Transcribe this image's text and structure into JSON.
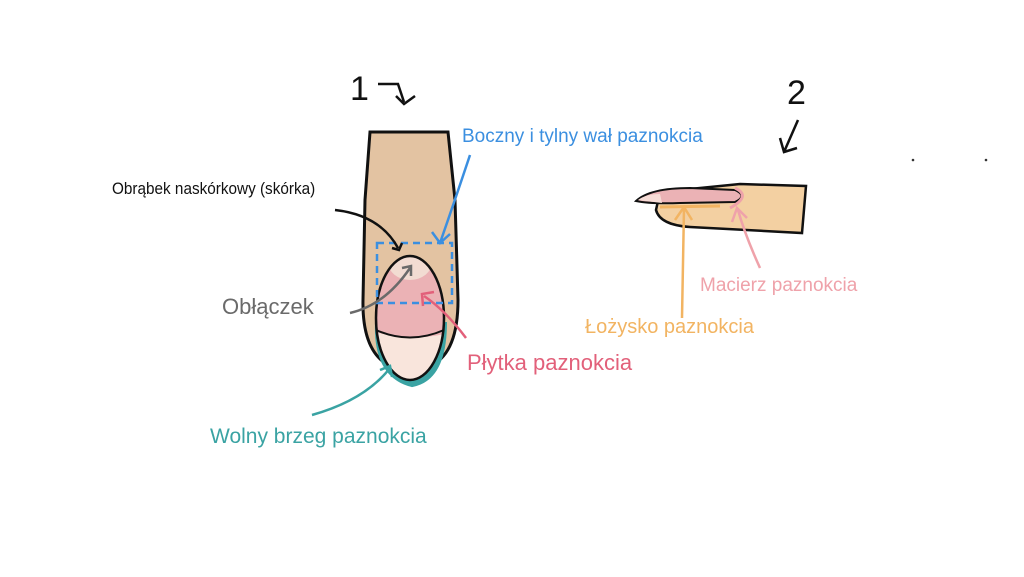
{
  "figure1": {
    "number": "1",
    "labels": {
      "side_back_fold": "Boczny i tylny wał paznokcia",
      "cuticle": "Obrąbek naskórkowy (skórka)",
      "lunula": "Obłączek",
      "nail_plate": "Płytka paznokcia",
      "free_edge": "Wolny brzeg paznokcia"
    }
  },
  "figure2": {
    "number": "2",
    "labels": {
      "matrix": "Macierz paznokcia",
      "nail_bed": "Łożysko paznokcia"
    }
  },
  "colors": {
    "skin1": "#e3c3a2",
    "skin2": "#f3d0a2",
    "plate": "#ebb2b5",
    "free_edge": "#f9e5dc",
    "blue": "#3b8fe0",
    "red": "#e2607a",
    "teal": "#3aa3a3",
    "orange": "#f2b462",
    "pink": "#efa2aa",
    "gray": "#6a6a6a"
  }
}
